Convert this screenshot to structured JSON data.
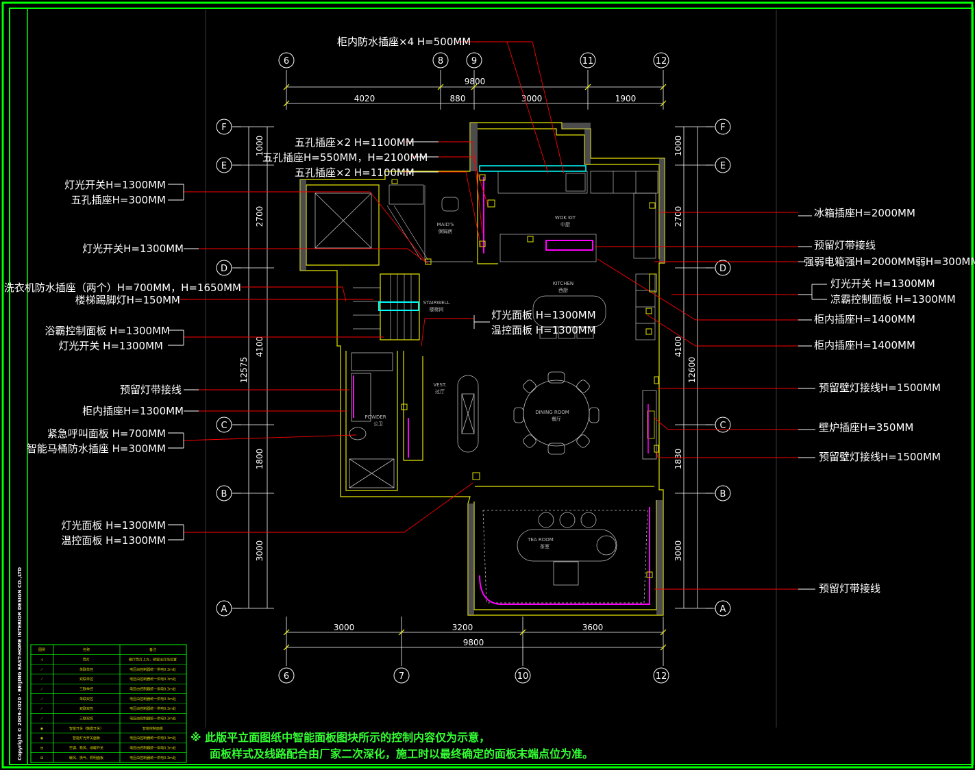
{
  "colors": {
    "frame": "#00ff00",
    "wall": "#e6e600",
    "leader": "#ff0000",
    "strip": "#ff00ff",
    "text": "#ffffff",
    "note": "#33ff33",
    "cyan": "#00ffff"
  },
  "top_note": "柜内防水插座×4 H=500MM",
  "grid_top": [
    "6",
    "8",
    "9",
    "11",
    "12"
  ],
  "grid_bottom": [
    "6",
    "7",
    "10",
    "12"
  ],
  "grid_rows": [
    "F",
    "E",
    "D",
    "C",
    "B",
    "A"
  ],
  "dims_top": {
    "total": "9800",
    "seg1": "4020",
    "seg2": "880",
    "seg3": "3000",
    "seg4": "1900"
  },
  "dims_bottom": {
    "total": "9800",
    "seg1": "3000",
    "seg2": "3200",
    "seg3": "3600"
  },
  "dims_left": {
    "total": "12575",
    "s1": "1000",
    "s2": "2700",
    "s3": "4100",
    "s4": "1800",
    "s5": "3000"
  },
  "dims_right": {
    "total": "12600",
    "s1": "1000",
    "s2": "2700",
    "s3": "4100",
    "s4": "1830",
    "s5": "3000"
  },
  "annotations_left": [
    "灯光开关H=1300MM",
    "五孔插座H=300MM",
    "灯光开关H=1300MM",
    "洗衣机防水插座（两个）H=700MM，H=1650MM",
    "楼梯踢脚灯H=150MM",
    "浴霸控制面板 H=1300MM",
    "灯光开关 H=1300MM",
    "预留灯带接线",
    "柜内插座H=1300MM",
    "紧急呼叫面板 H=700MM",
    "智能马桶防水插座 H=300MM",
    "灯光面板 H=1300MM",
    "温控面板 H=1300MM"
  ],
  "annotations_center": [
    "五孔插座×2 H=1100MM",
    "五孔插座H=550MM，H=2100MM",
    "五孔插座×2 H=1100MM",
    "灯光面板 H=1300MM",
    "温控面板 H=1300MM"
  ],
  "annotations_right": [
    "冰箱插座H=2000MM",
    "预留灯带接线",
    "强弱电箱强H=2000MM弱H=300MM",
    "灯光开关 H=1300MM",
    "凉霸控制面板 H=1300MM",
    "柜内插座H=1400MM",
    "柜内插座H=1400MM",
    "预留壁灯接线H=1500MM",
    "壁炉插座H=350MM",
    "预留壁灯接线H=1500MM",
    "预留灯带接线"
  ],
  "rooms": {
    "wok": "WOK KIT",
    "wok_cn": "中厨",
    "maid": "MAID'S",
    "maid_cn": "保姆房",
    "kitchen": "KITCHEN",
    "kitchen_cn": "西厨",
    "stair": "STAIRWELL",
    "stair_cn": "楼梯间",
    "vest": "VEST.",
    "vest_cn": "过厅",
    "dining": "DINING ROOM",
    "dining_cn": "餐厅",
    "powder": "POWDER",
    "powder_cn": "公卫",
    "tea": "TEA ROOM",
    "tea_cn": "茶室"
  },
  "notes": [
    "※ 此版平立面图纸中智能面板图块所示的控制内容仅为示意，",
    "面板样式及线路配合由厂家二次深化，施工时以最终确定的面板末端点位为准。"
  ],
  "copyright": "Copyright © 2009-2020 · BEIJING EAST-HOME INTERIOR DESIGN CO.,LTD",
  "legend": {
    "headers": [
      "图例",
      "名称",
      "备注"
    ],
    "rows": [
      [
        "◁",
        "筒灯",
        "餐厅筒灯上方，预留出灯线位置"
      ],
      [
        "⟋",
        "单联单控",
        "电压由控制器统一供电0.3m处"
      ],
      [
        "⟋",
        "双联单控",
        "电压由控制器统一供电0.3m处"
      ],
      [
        "⟋",
        "三联单控",
        "电压由控制器统一供电0.3m处"
      ],
      [
        "⟋",
        "单联双控",
        "电压由控制器统一供电0.3m处"
      ],
      [
        "⟋",
        "双联双控",
        "电压由控制器统一供电0.3m处"
      ],
      [
        "⟋",
        "三联双控",
        "电压由控制器统一供电0.3m处"
      ],
      [
        "◉",
        "智能开关（触摸开关）",
        "智能控制面板"
      ],
      [
        "◉",
        "智能灯光开关面板",
        "电压由控制器统一供电0.3m处"
      ],
      [
        "⊞",
        "空调、新风、地暖开关",
        "电压由控制器统一供电0.3m处"
      ],
      [
        "⊞",
        "暖风、换气、照明面板",
        "电压由控制器统一供电0.3m处"
      ]
    ]
  }
}
